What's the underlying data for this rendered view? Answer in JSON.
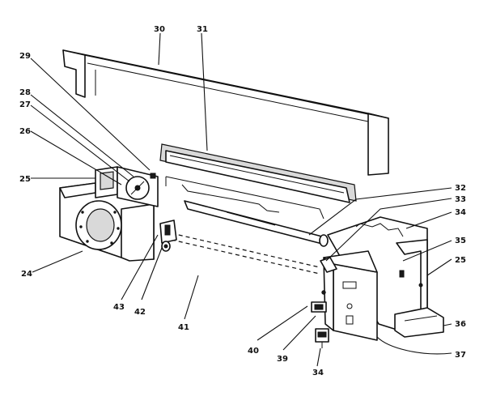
{
  "callouts": {
    "c30": "30",
    "c31": "31",
    "c29": "29",
    "c28": "28",
    "c27": "27",
    "c26": "26",
    "c25_left": "25",
    "c24": "24",
    "c43": "43",
    "c42": "42",
    "c41": "41",
    "c40": "40",
    "c39": "39",
    "c34_bottom": "34",
    "c32": "32",
    "c33": "33",
    "c34_right": "34",
    "c35": "35",
    "c25_right": "25",
    "c36": "36",
    "c37": "37"
  },
  "colors": {
    "ink": "#111111",
    "paper": "#ffffff",
    "shade": "#d9d9d9"
  }
}
